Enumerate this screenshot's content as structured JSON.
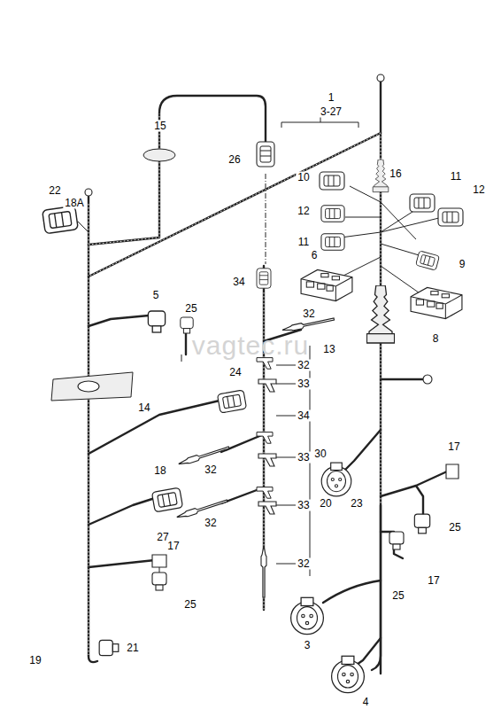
{
  "diagram": {
    "labels": [
      "1",
      "3-27",
      "15",
      "26",
      "22",
      "18A",
      "10",
      "16",
      "11",
      "12",
      "12",
      "11",
      "9",
      "6",
      "34",
      "5",
      "25",
      "32",
      "8",
      "13",
      "32",
      "33",
      "14",
      "24",
      "34",
      "30",
      "33",
      "17",
      "18",
      "32",
      "20",
      "23",
      "25",
      "33",
      "27",
      "32",
      "17",
      "25",
      "17",
      "25",
      "32",
      "21",
      "19",
      "3",
      "4",
      "vagtec.ru"
    ]
  }
}
